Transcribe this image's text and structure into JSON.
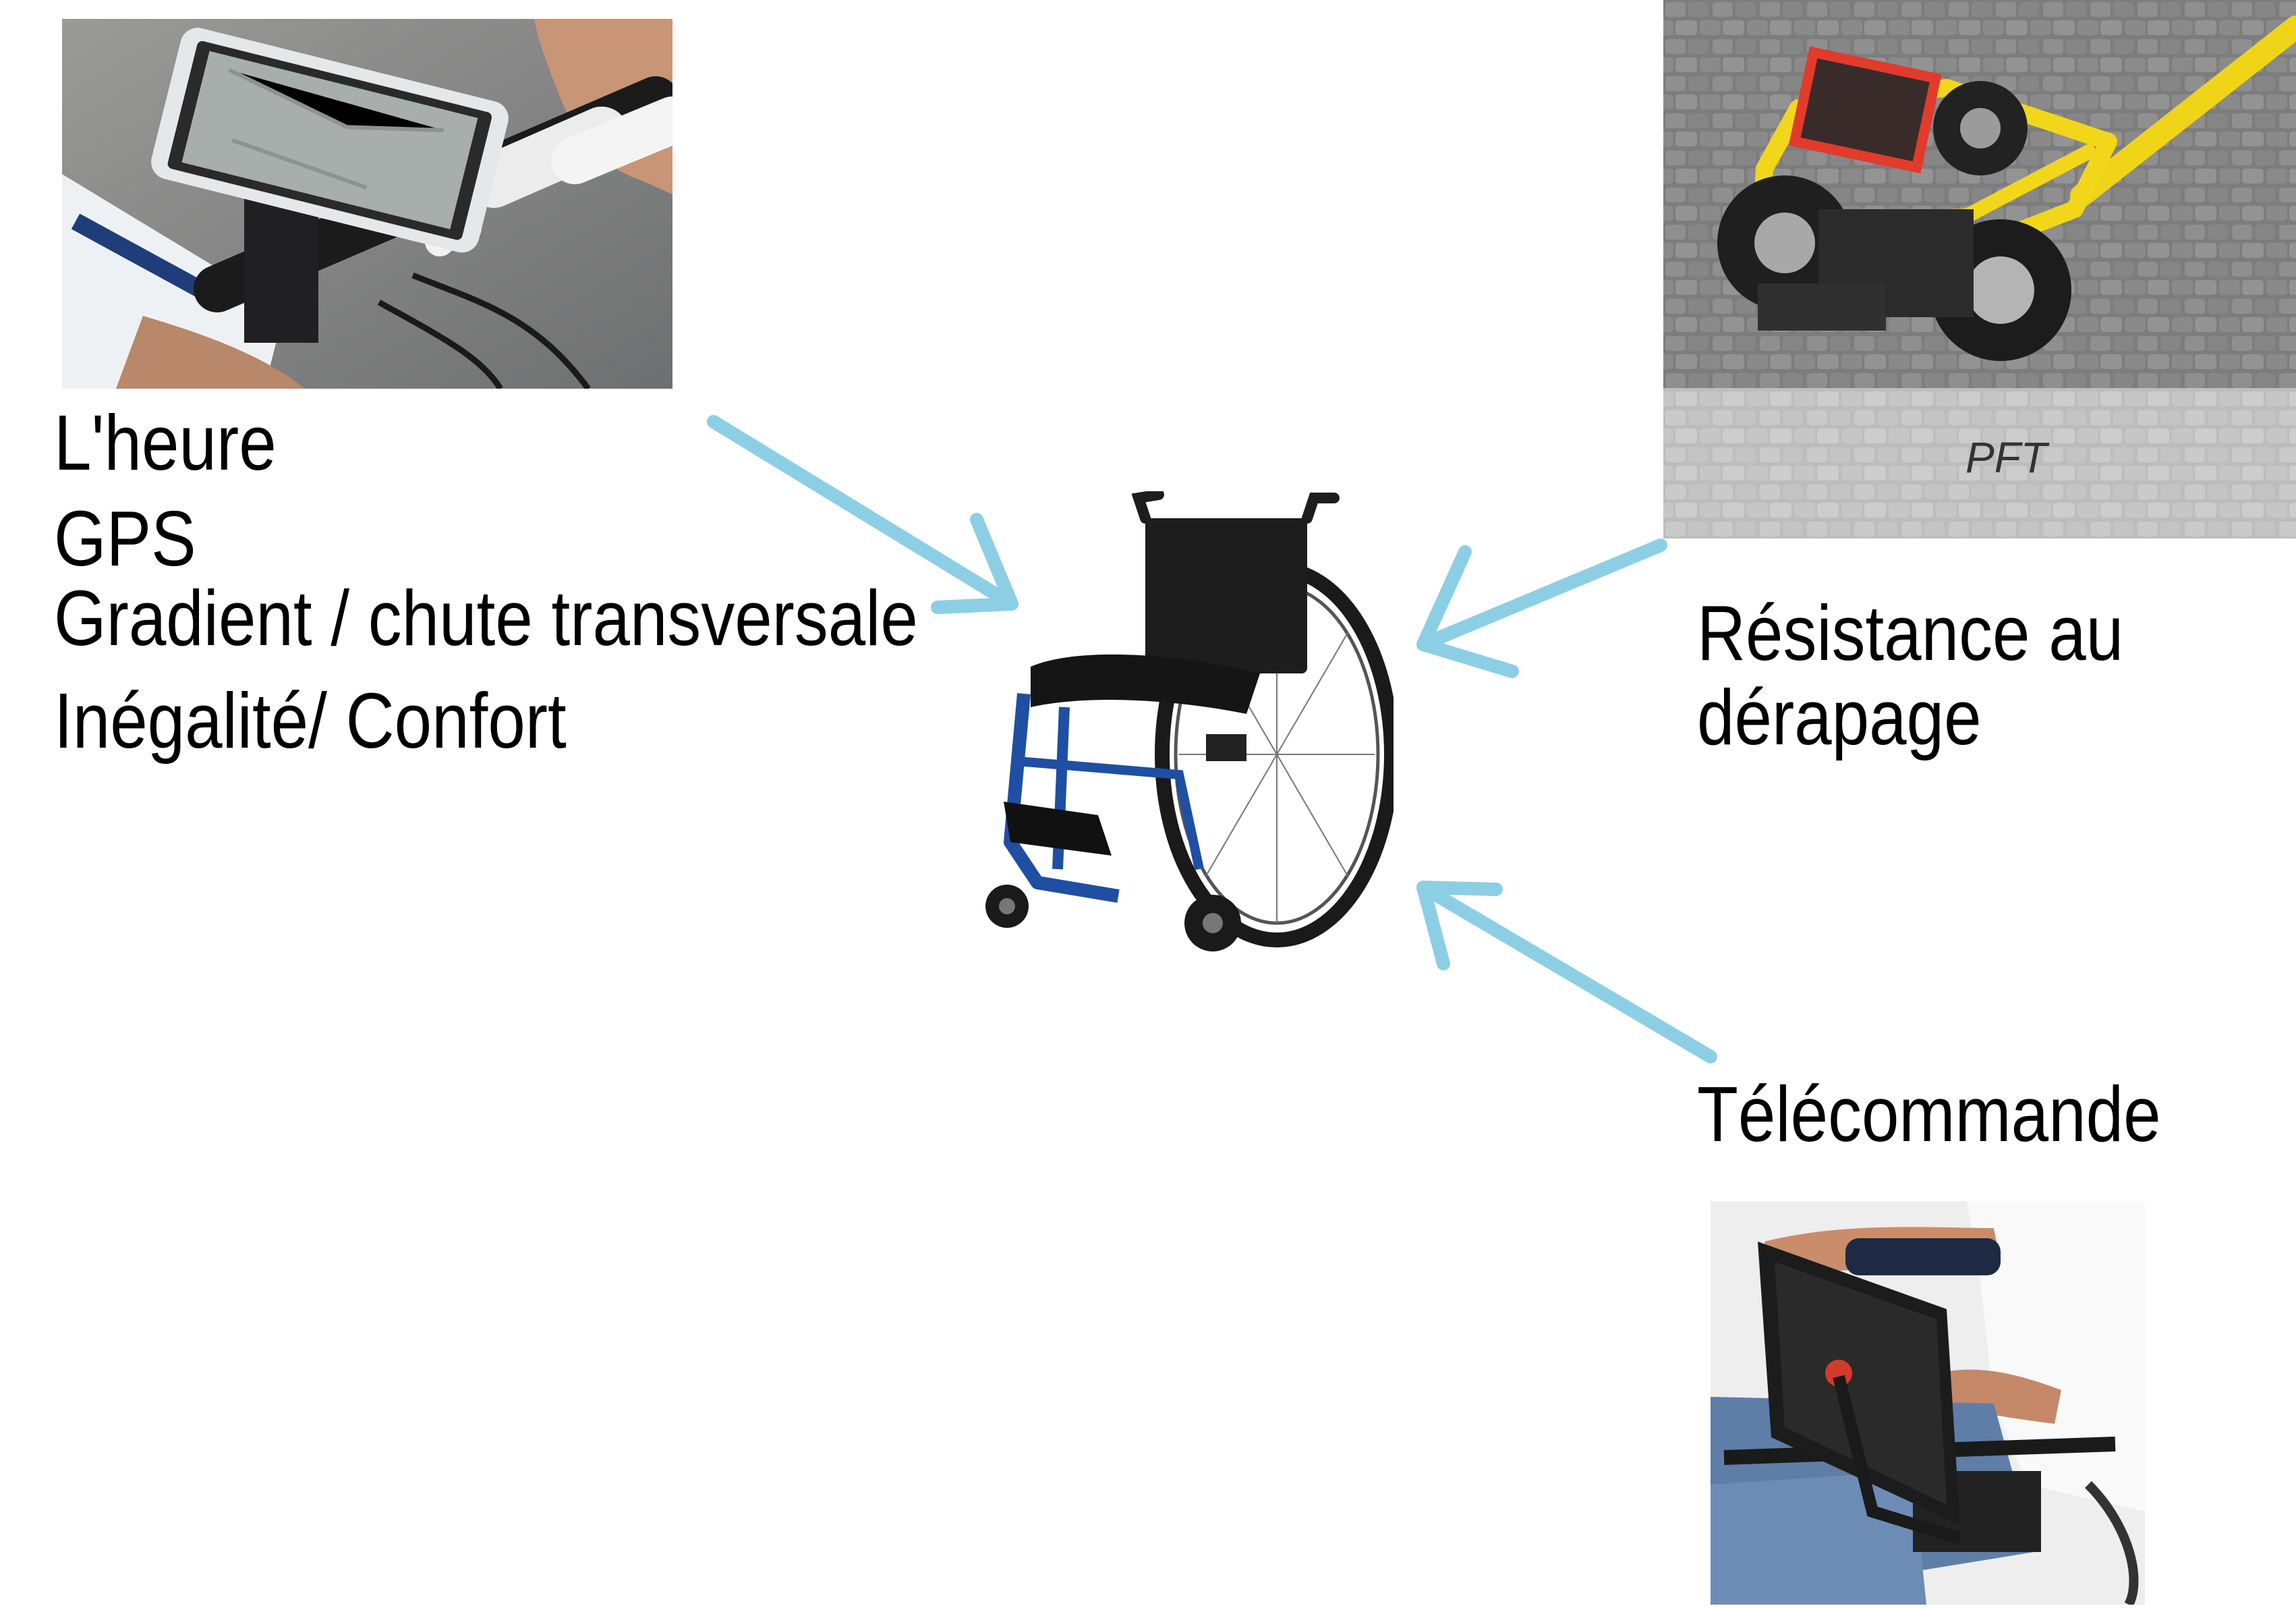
{
  "left_panel": {
    "photo_icon": "phone-on-bike-handlebar",
    "labels": [
      "L'heure",
      "GPS",
      "Gradient / chute transversale",
      "Inégalité/ Confort"
    ]
  },
  "top_right": {
    "photo_icon": "pft-trolley",
    "photo_caption": "PFT",
    "label_lines": [
      "Résistance au",
      "dérapage"
    ]
  },
  "bottom_right": {
    "label": "Télécommande",
    "photo_icon": "tablet-mounted-on-wheelchair"
  },
  "center": {
    "icon": "wheelchair"
  },
  "colors": {
    "arrow": "#8ccfe4"
  }
}
